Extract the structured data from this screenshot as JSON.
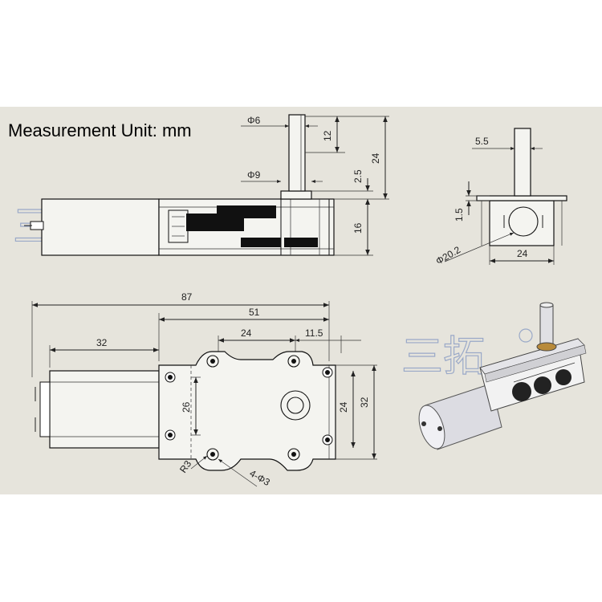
{
  "header": {
    "title": "Measurement Unit: mm"
  },
  "watermark": {
    "text": "三拓",
    "registered": "R"
  },
  "colors": {
    "panel": "#e6e4dc",
    "line": "#222222",
    "gear": "#111111",
    "motor": "#d9d9de",
    "watermark": "#9aa9c8"
  },
  "dimensions": {
    "side": {
      "shaft_diameter": "Φ6",
      "hub_diameter": "Φ9",
      "shaft_length": "12",
      "total_height": "24",
      "hub_height": "2.5",
      "body_height": "16"
    },
    "end": {
      "shaft_offset": "5.5",
      "flange": "1.5",
      "motor_diameter": "Φ20.2",
      "width": "24"
    },
    "top": {
      "overall_length": "87",
      "gearbox_length": "51",
      "motor_length": "32",
      "hole_spacing": "24",
      "shaft_offset": "11.5",
      "hole_pitch": "26",
      "inner_width": "24",
      "body_width": "32",
      "radius": "R3",
      "holes": "4-Φ3"
    }
  }
}
